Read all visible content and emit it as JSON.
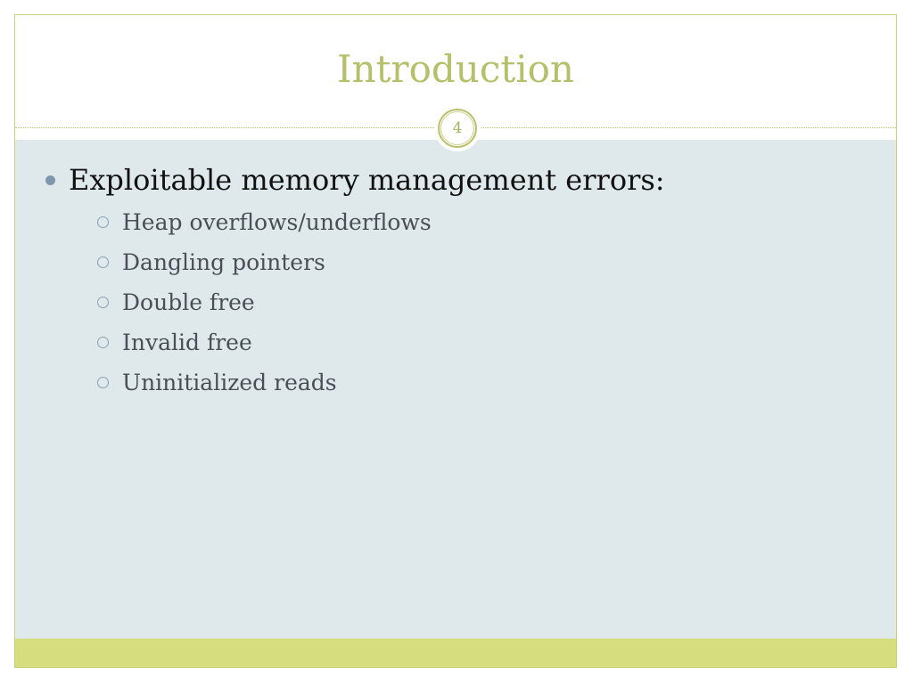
{
  "slide": {
    "title": "Introduction",
    "page_number": "4",
    "bullet": {
      "text": "Exploitable memory management errors:",
      "sub_items": [
        "Heap overflows/underflows",
        "Dangling pointers",
        "Double free",
        "Invalid free",
        "Uninitialized reads"
      ]
    }
  },
  "colors": {
    "title": "#b5c06a",
    "content_background": "#dfe9ec",
    "footer_band": "#d5dd7f",
    "border": "#c9d27a",
    "bullet_dot": "#7f97ad",
    "main_text": "#111111",
    "sub_text": "#4a4f55"
  },
  "icons": {
    "main_bullet": "filled-circle-bullet-icon",
    "sub_bullet": "hollow-circle-bullet-icon"
  }
}
